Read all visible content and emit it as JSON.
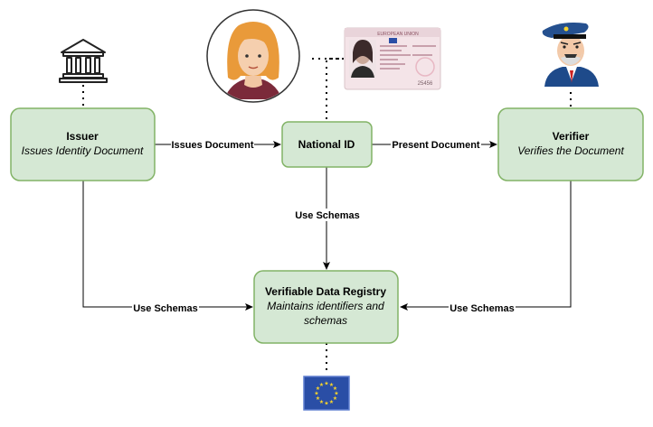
{
  "nodes": {
    "issuer": {
      "title": "Issuer",
      "subtitle": "Issues Identity Document"
    },
    "national_id": {
      "title": "National ID"
    },
    "verifier": {
      "title": "Verifier",
      "subtitle": "Verifies the Document"
    },
    "registry": {
      "title": "Verifiable Data Registry",
      "subtitle_line1": "Maintains identifiers and",
      "subtitle_line2": "schemas"
    }
  },
  "edges": {
    "issues_document": "Issues Document",
    "present_document": "Present Document",
    "use_schemas_center": "Use Schemas",
    "use_schemas_left": "Use Schemas",
    "use_schemas_right": "Use Schemas"
  },
  "id_card": {
    "header": "EUROPEAN UNION",
    "number": "25456"
  },
  "icons": [
    "bank-building-icon",
    "woman-avatar-icon",
    "id-card-image",
    "police-officer-icon",
    "eu-flag-icon"
  ],
  "colors": {
    "node_fill": "#d5e8d4",
    "node_stroke": "#82b366",
    "edge": "#000000",
    "eu_blue": "#2a4ea6",
    "eu_gold": "#f6d32d"
  }
}
